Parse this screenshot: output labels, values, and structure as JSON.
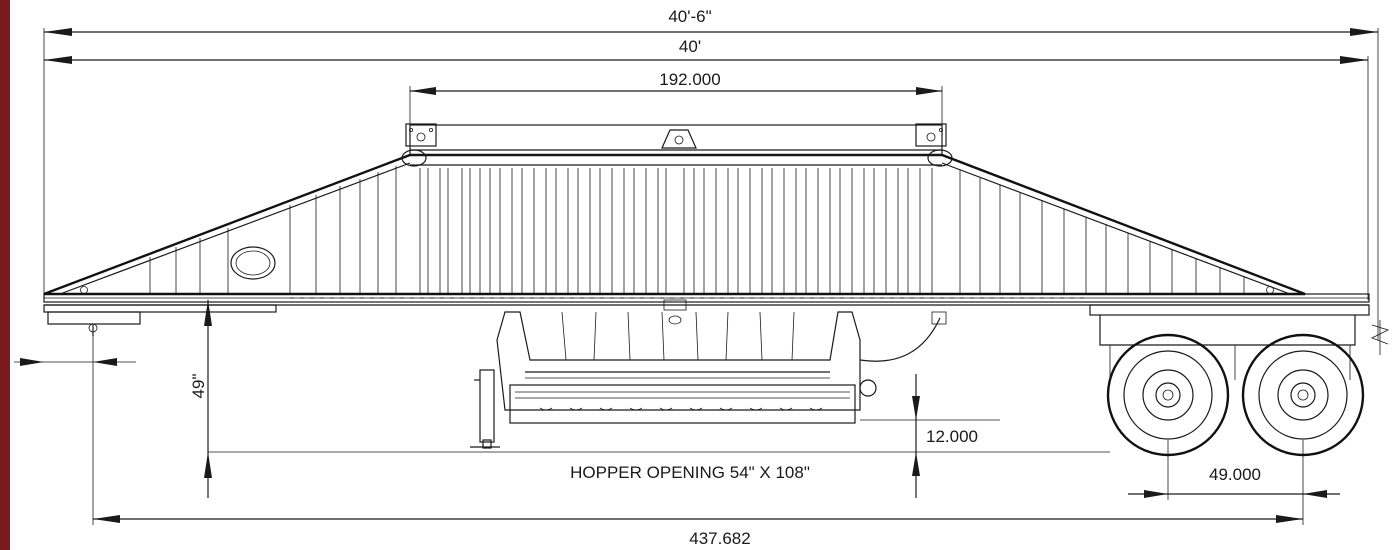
{
  "colors": {
    "frame_border": "#7a1a1f",
    "line": "#1a1a1a",
    "background": "#ffffff"
  },
  "dimensions": {
    "overall_length": "40'-6\"",
    "body_length": "40'",
    "top_span": "192.000",
    "frame_height": "49\"",
    "hopper_clearance": "12.000",
    "hopper_opening": "HOPPER OPENING 54\" X 108\"",
    "axle_spread": "49.000",
    "kingpin_to_axle": "437.682"
  }
}
